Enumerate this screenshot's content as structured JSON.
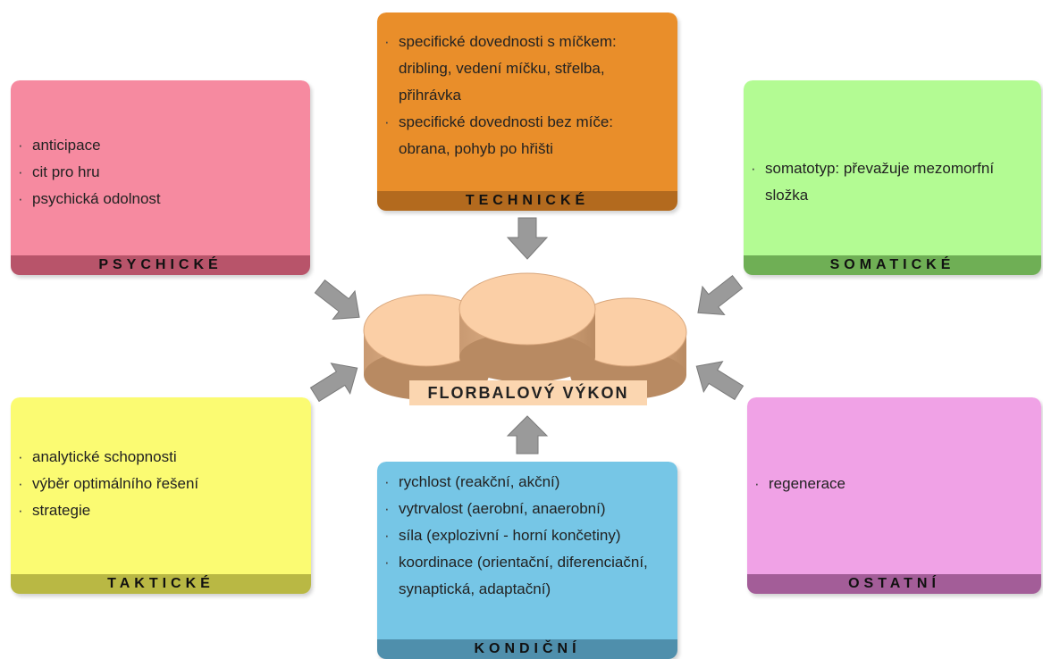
{
  "center": {
    "label": "FLORBALOVÝ VÝKON"
  },
  "boxes": {
    "psychicke": {
      "title": "PSYCHICKÉ",
      "items": [
        "anticipace",
        "cit pro hru",
        "psychická odolnost"
      ]
    },
    "technicke": {
      "title": "TECHNICKÉ",
      "items": [
        "specifické dovednosti s míčkem: dribling, vedení míčku, střelba, přihrávka",
        "specifické dovednosti bez míče: obrana, pohyb po hřišti"
      ]
    },
    "somaticke": {
      "title": "SOMATICKÉ",
      "items": [
        "somatotyp: převažuje mezomorfní složka"
      ]
    },
    "takticke": {
      "title": "TAKTICKÉ",
      "items": [
        "analytické schopnosti",
        "výběr optimálního řešení",
        "strategie"
      ]
    },
    "kondicni": {
      "title": "KONDIČNÍ",
      "items": [
        "rychlost (reakční, akční)",
        "vytrvalost (aerobní, anaerobní)",
        "síla (explozivní - horní končetiny)",
        "koordinace (orientační, diferenciační, synaptická, adaptační)"
      ]
    },
    "ostatni": {
      "title": "OSTATNÍ",
      "items": [
        "regenerace"
      ]
    }
  },
  "colors": {
    "psychicke": "#f68aa0",
    "technicke": "#e98e2a",
    "somaticke": "#b3fb93",
    "takticke": "#fbfb72",
    "kondicni": "#76c6e6",
    "ostatni": "#f0a2e6",
    "arrow": "#9a9a9a",
    "disc": "#fbcfa6"
  }
}
